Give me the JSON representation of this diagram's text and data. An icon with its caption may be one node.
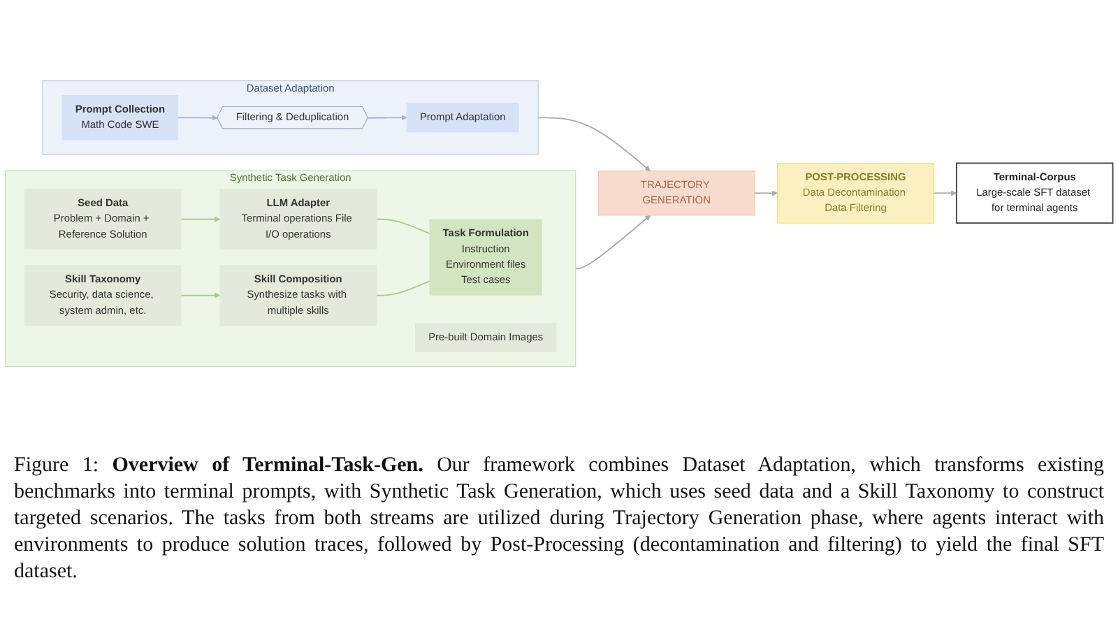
{
  "diagram": {
    "caption": "Figure 1: **Overview of Terminal-Task-Gen.** Our framework combines Dataset Adaptation, which transforms existing benchmarks into terminal prompts, with Synthetic Task Generation, which uses seed data and a Skill Taxonomy to construct targeted scenarios. The tasks from both streams are utilized during Trajectory Generation phase, where agents interact with environments to produce solution traces, followed by Post-Processing (decontamination and filtering) to yield the final SFT dataset.",
    "nodes": [
      {
        "text": [
          "Dataset Adaptation"
        ]
      },
      {
        "text": [
          "Prompt Collection",
          "Math Code SWE"
        ],
        "in": 0
      },
      {
        "text": [
          "Filtering & Deduplication"
        ],
        "in": 0
      },
      {
        "text": [
          "Prompt Adaptation"
        ],
        "in": 0
      },
      {
        "text": [
          "Synthetic Task Generation"
        ]
      },
      {
        "text": [
          "Seed Data",
          "Problem + Domain + Reference Solution"
        ],
        "in": 4
      },
      {
        "text": [
          "LLM Adapter",
          "Terminal operations File I/O operations"
        ],
        "in": 4
      },
      {
        "text": [
          "Skill Taxonomy",
          "Security, data science, system admin, etc."
        ],
        "in": 4
      },
      {
        "text": [
          "Skill Composition",
          "Synthesize tasks with multiple skills"
        ],
        "in": 4
      },
      {
        "text": [
          "Task Formulation",
          "Instruction",
          "Environment files",
          "Test cases"
        ],
        "in": 4
      },
      {
        "text": [
          "Pre-built Domain Images"
        ],
        "in": 4
      },
      {
        "text": [
          "TRAJECTORY GENERATION"
        ]
      },
      {
        "text": [
          "POST-PROCESSING",
          "Data Decontamination Data Filtering"
        ]
      },
      {
        "text": [
          "Terminal-Corpus",
          "Large-scale SFT dataset for terminal agents"
        ]
      }
    ],
    "edges": [
      {
        "from": 1,
        "to": 2,
        "arrow": "to",
        "color": "#9fb3dd"
      },
      {
        "from": 2,
        "to": 3,
        "arrow": "to",
        "color": "#9fb3dd"
      },
      {
        "from": 5,
        "to": 6,
        "arrow": "to",
        "color": "#a9cc8c"
      },
      {
        "from": 7,
        "to": 8,
        "arrow": "to",
        "color": "#a9cc8c"
      },
      {
        "from": 6,
        "to": 9,
        "arrow": "none",
        "color": "#a9cc8c"
      },
      {
        "from": 8,
        "to": 9,
        "arrow": "none",
        "color": "#a9cc8c"
      },
      {
        "from": 0,
        "to": 11,
        "arrow": "to"
      },
      {
        "from": 4,
        "to": 11,
        "arrow": "to"
      },
      {
        "from": 11,
        "to": 12,
        "arrow": "to"
      },
      {
        "from": 12,
        "to": 13,
        "arrow": "to"
      }
    ]
  }
}
